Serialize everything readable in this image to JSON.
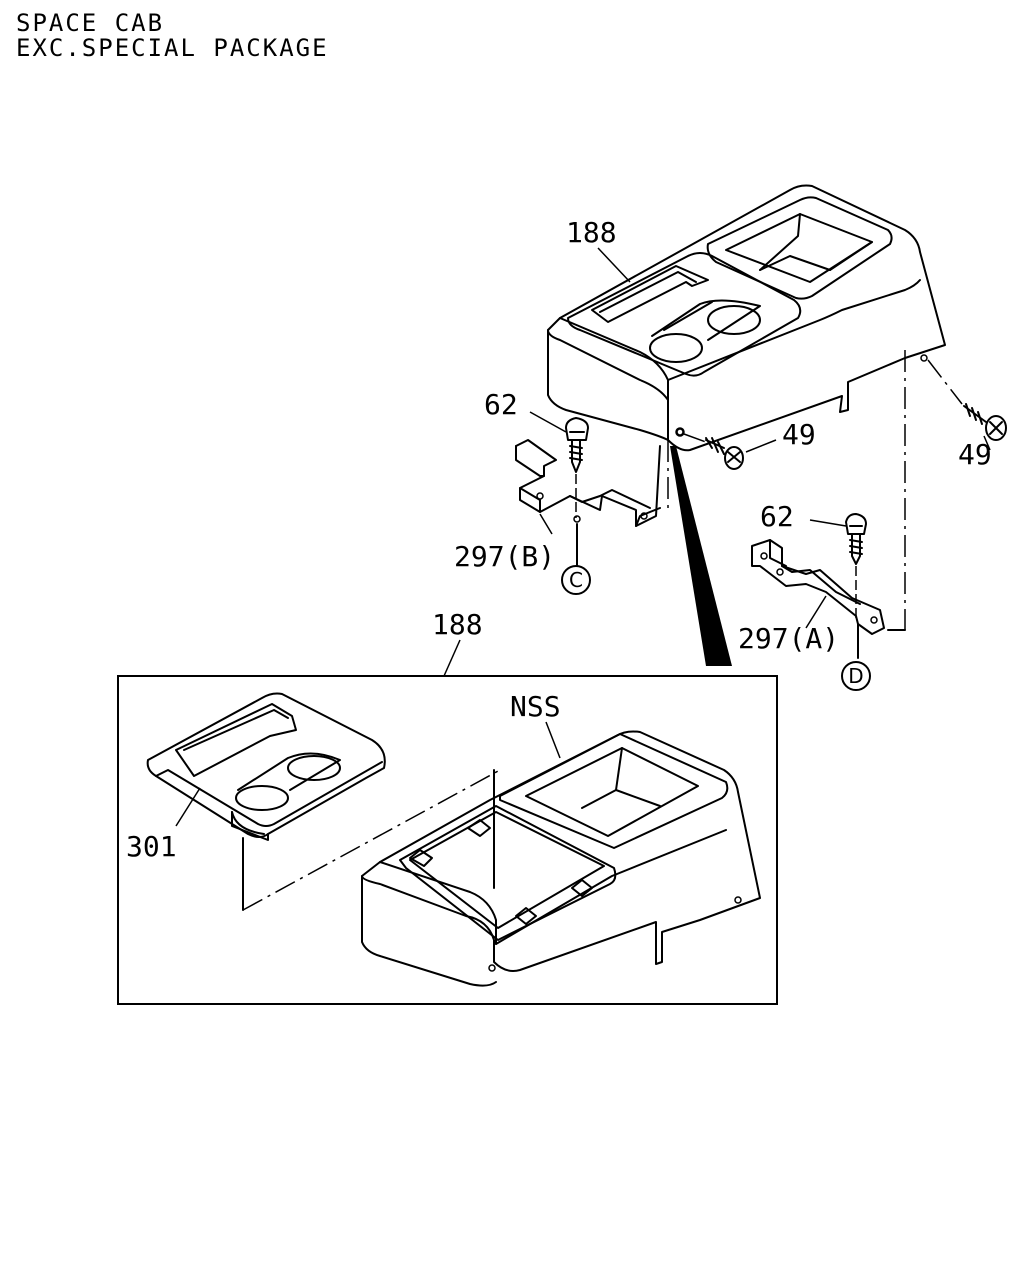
{
  "header": {
    "line1": "SPACE CAB",
    "line2": "EXC.SPECIAL PACKAGE"
  },
  "callouts": {
    "console_main": "188",
    "console_detail": "188",
    "screw_b": "62",
    "screw_a": "62",
    "clip_front": "49",
    "clip_rear": "49",
    "bracket_b": "297(B)",
    "bracket_a": "297(A)",
    "nss": "NSS",
    "lid": "301",
    "ref_c": "C",
    "ref_d": "D"
  }
}
